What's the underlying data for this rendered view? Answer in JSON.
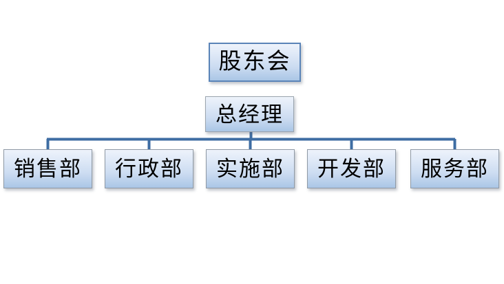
{
  "diagram": {
    "title_text": "",
    "type": "organization-chart",
    "background_color": "#ffffff",
    "line_color": "#3e6da3",
    "box_border_color": "#5a84b8",
    "box_fill_top": "#eef3fb",
    "box_fill_bottom": "#aac6e6",
    "text_color": "#000000"
  },
  "nodes": {
    "top": {
      "label": "股东会"
    },
    "manager": {
      "label": "总经理"
    },
    "departments": [
      {
        "label": "销售部"
      },
      {
        "label": "行政部"
      },
      {
        "label": "实施部"
      },
      {
        "label": "开发部"
      },
      {
        "label": "服务部"
      }
    ]
  }
}
